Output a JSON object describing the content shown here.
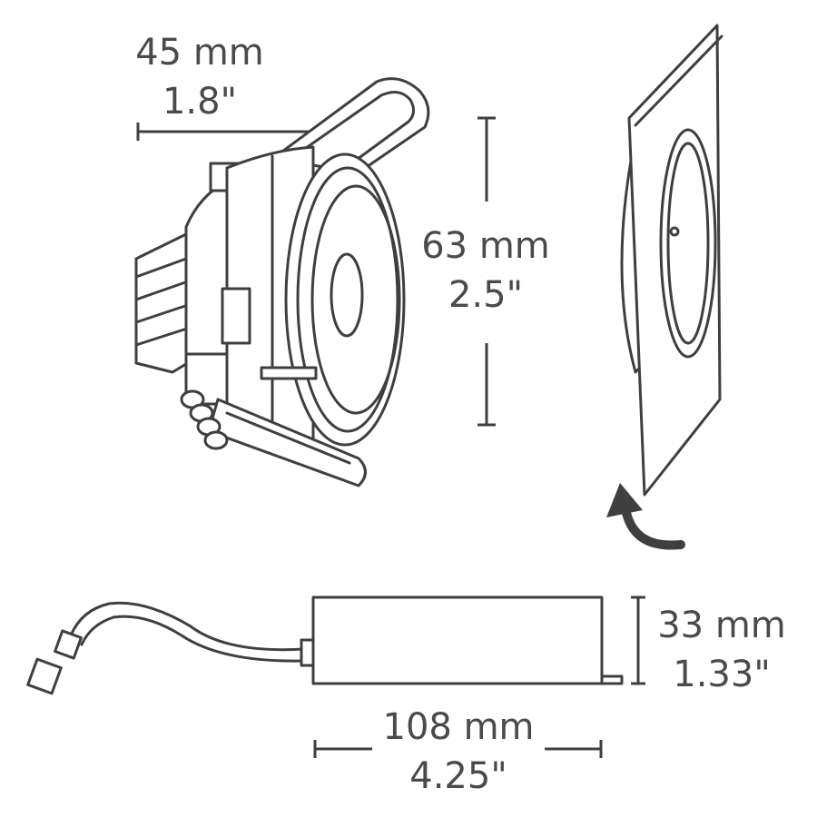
{
  "dimensions": {
    "width": {
      "mm": "45 mm",
      "inch": "1.8\""
    },
    "height": {
      "mm": "63 mm",
      "inch": "2.5\""
    },
    "driver_height": {
      "mm": "33 mm",
      "inch": "1.33\""
    },
    "driver_length": {
      "mm": "108 mm",
      "inch": "4.25\""
    }
  },
  "colors": {
    "line": "#3f3f3f",
    "background": "#ffffff"
  },
  "icons": [
    "downlight-drawing",
    "trim-plate-drawing",
    "rotate-arrow-icon",
    "driver-box-drawing"
  ]
}
